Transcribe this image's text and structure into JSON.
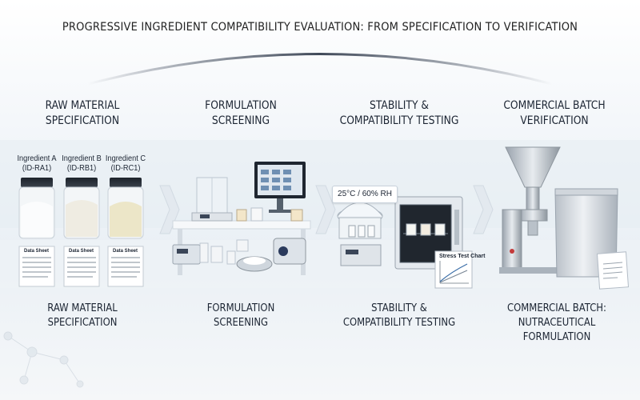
{
  "title": "PROGRESSIVE INGREDIENT COMPATIBILITY EVALUATION: FROM SPECIFICATION TO VERIFICATION",
  "stages": [
    {
      "heading": [
        "RAW MATERIAL",
        "SPECIFICATION"
      ],
      "footer": [
        "RAW MATERIAL",
        "SPECIFICATION"
      ]
    },
    {
      "heading": [
        "FORMULATION",
        "SCREENING"
      ],
      "footer": [
        "FORMULATION",
        "SCREENING"
      ]
    },
    {
      "heading": [
        "STABILITY &",
        "COMPATIBILITY TESTING"
      ],
      "footer": [
        "STABILITY &",
        "COMPATIBILITY TESTING"
      ]
    },
    {
      "heading": [
        "COMMERCIAL BATCH",
        "VERIFICATION"
      ],
      "footer": [
        "COMMERCIAL BATCH:",
        "NUTRACEUTICAL FORMULATION"
      ]
    }
  ],
  "ingredients": [
    {
      "name": "Ingredient A",
      "id": "(ID-RA1)",
      "powder": "#f7f8f9",
      "sheet_title": "Data Sheet"
    },
    {
      "name": "Ingredient B",
      "id": "(ID-RB1)",
      "powder": "#efece2",
      "sheet_title": "Data Sheet"
    },
    {
      "name": "Ingredient C",
      "id": "(ID-RC1)",
      "powder": "#ece6c8",
      "sheet_title": "Data Sheet"
    }
  ],
  "stability_condition": "25°C / 60% RH",
  "stress_chart_title": "Stress Test Chart",
  "colors": {
    "arrow": "#e3e9ef",
    "arc": "#3b4658",
    "bench": "#f6f8fa",
    "steel": "#c9cfd6"
  },
  "icons": [
    "right-chevron-arrow-icon",
    "molecule-network-icon"
  ]
}
